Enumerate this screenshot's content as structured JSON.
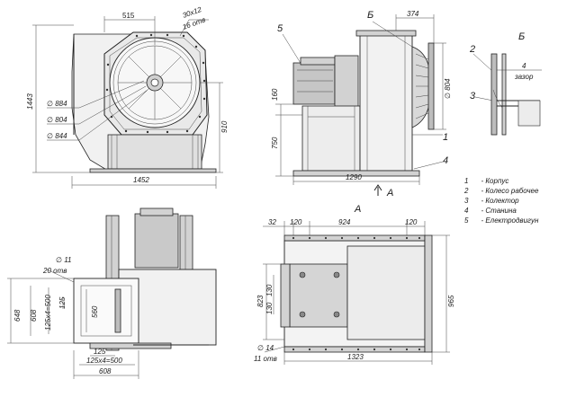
{
  "front_view": {
    "dim_top": "515",
    "dim_bolts": "30x12",
    "dim_holes": "16 отв",
    "dim_height": "1443",
    "dim_d884": "∅ 884",
    "dim_d804": "∅ 804",
    "dim_d844": "∅ 844",
    "dim_910": "910",
    "dim_width": "1452"
  },
  "side_view": {
    "callout_5": "5",
    "callout_b": "Б",
    "dim_374": "374",
    "dim_d804": "∅ 804",
    "dim_160": "160",
    "dim_750": "750",
    "callout_1": "1",
    "callout_4": "4",
    "dim_1290": "1290",
    "arrow_a": "A"
  },
  "detail_b": {
    "title": "Б",
    "callout_2": "2",
    "callout_3": "3",
    "gap_value": "4",
    "gap_label": "зазор"
  },
  "legend": {
    "items": [
      {
        "num": "1",
        "text": "Корпус"
      },
      {
        "num": "2",
        "text": "Колесо рабочее"
      },
      {
        "num": "3",
        "text": "Колектор"
      },
      {
        "num": "4",
        "text": "Станина"
      },
      {
        "num": "5",
        "text": "Електродвигун"
      }
    ]
  },
  "plan_view": {
    "dim_d11": "∅ 11",
    "dim_20holes": "20 отв",
    "dim_648": "648",
    "dim_608_left": "608",
    "dim_125x4": "125x4=500",
    "dim_125_left": "125",
    "dim_560": "560",
    "dim_125_bottom": "125",
    "dim_125x4_bottom": "125x4=500",
    "dim_608_bottom": "608"
  },
  "view_a": {
    "title": "A",
    "dim_32": "32",
    "dim_120_left": "120",
    "dim_924": "924",
    "dim_120_right": "120",
    "dim_823": "823",
    "dim_130a": "130",
    "dim_130b": "130",
    "dim_965": "965",
    "dim_d14": "∅ 14",
    "dim_11holes": "11 отв",
    "dim_1323": "1323"
  }
}
